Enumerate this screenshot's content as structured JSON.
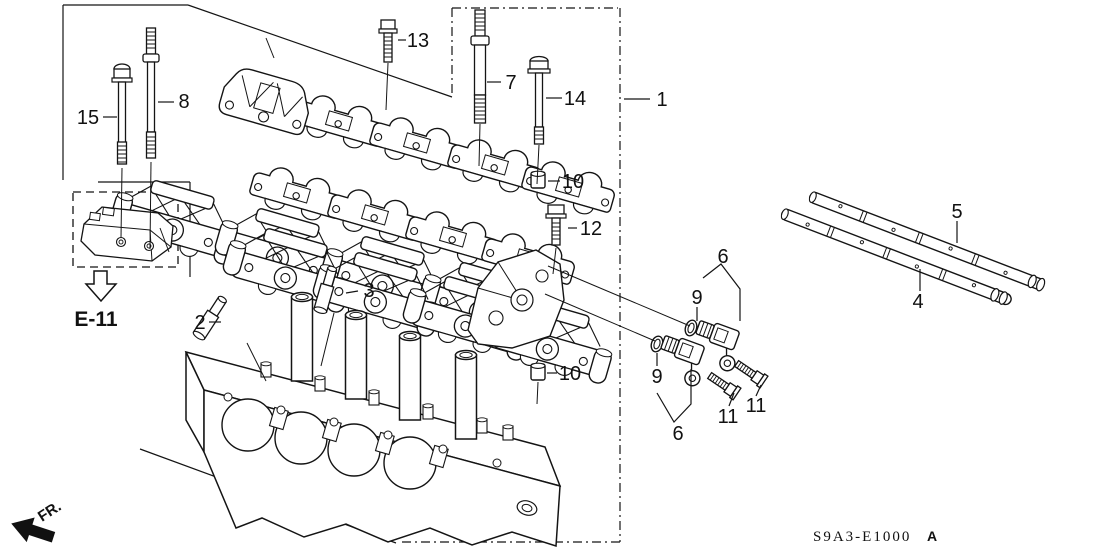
{
  "diagram": {
    "code": "S9A3-E1000",
    "revision": "A",
    "reference_view": "E-11",
    "front_marker": "FR."
  },
  "callouts": [
    {
      "part": "1",
      "text": "1"
    },
    {
      "part": "2",
      "text": "2"
    },
    {
      "part": "3",
      "text": "3"
    },
    {
      "part": "4",
      "text": "4"
    },
    {
      "part": "5",
      "text": "5"
    },
    {
      "part": "6",
      "text": "6"
    },
    {
      "part": "6",
      "text": "6"
    },
    {
      "part": "7",
      "text": "7"
    },
    {
      "part": "8",
      "text": "8"
    },
    {
      "part": "9",
      "text": "9"
    },
    {
      "part": "9",
      "text": "9"
    },
    {
      "part": "10",
      "text": "10"
    },
    {
      "part": "10",
      "text": "10"
    },
    {
      "part": "11",
      "text": "11"
    },
    {
      "part": "11",
      "text": "11"
    },
    {
      "part": "12",
      "text": "12"
    },
    {
      "part": "13",
      "text": "13"
    },
    {
      "part": "14",
      "text": "14"
    },
    {
      "part": "15",
      "text": "15"
    }
  ]
}
